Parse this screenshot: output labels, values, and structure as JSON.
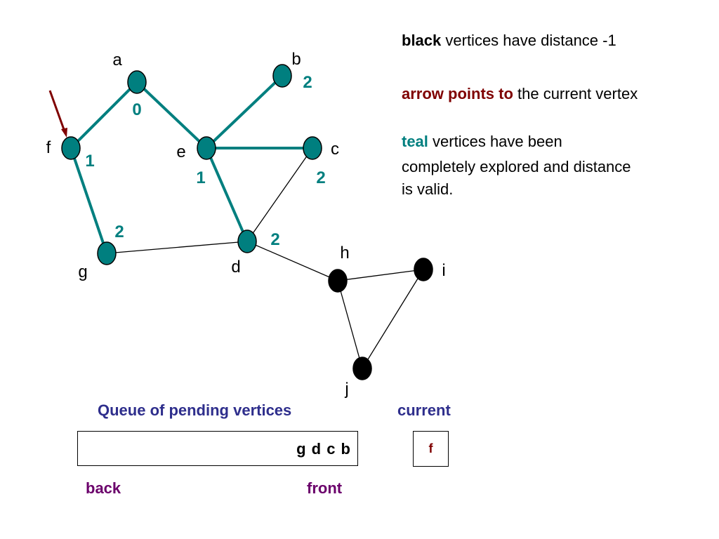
{
  "colors": {
    "teal": "#007f7f",
    "black": "#000000",
    "arrow": "#7f0000",
    "queue_title": "#2e2e8c",
    "end_labels": "#6b006b"
  },
  "legend": {
    "line1_key": "black",
    "line1_rest": " vertices have distance -1",
    "line2_key": "arrow points to",
    "line2_rest": " the current vertex",
    "line3_key": "teal",
    "line3_rest": " vertices have been",
    "line4": "completely explored and distance",
    "line5": "is valid."
  },
  "graph": {
    "current_vertex": "f",
    "vertices": [
      {
        "id": "a",
        "label": "a",
        "state": "teal",
        "distance": "0"
      },
      {
        "id": "b",
        "label": "b",
        "state": "teal",
        "distance": "2"
      },
      {
        "id": "c",
        "label": "c",
        "state": "teal",
        "distance": "2"
      },
      {
        "id": "d",
        "label": "d",
        "state": "teal",
        "distance": "2"
      },
      {
        "id": "e",
        "label": "e",
        "state": "teal",
        "distance": "1"
      },
      {
        "id": "f",
        "label": "f",
        "state": "teal",
        "distance": "1"
      },
      {
        "id": "g",
        "label": "g",
        "state": "teal",
        "distance": "2"
      },
      {
        "id": "h",
        "label": "h",
        "state": "black",
        "distance": ""
      },
      {
        "id": "i",
        "label": "i",
        "state": "black",
        "distance": ""
      },
      {
        "id": "j",
        "label": "j",
        "state": "black",
        "distance": ""
      }
    ],
    "edges": [
      {
        "from": "a",
        "to": "f",
        "tree": true
      },
      {
        "from": "a",
        "to": "e",
        "tree": true
      },
      {
        "from": "e",
        "to": "b",
        "tree": true
      },
      {
        "from": "e",
        "to": "c",
        "tree": true
      },
      {
        "from": "e",
        "to": "d",
        "tree": true
      },
      {
        "from": "f",
        "to": "g",
        "tree": true
      },
      {
        "from": "c",
        "to": "d",
        "tree": false
      },
      {
        "from": "g",
        "to": "d",
        "tree": false
      },
      {
        "from": "d",
        "to": "h",
        "tree": false
      },
      {
        "from": "h",
        "to": "i",
        "tree": false
      },
      {
        "from": "h",
        "to": "j",
        "tree": false
      },
      {
        "from": "i",
        "to": "j",
        "tree": false
      }
    ]
  },
  "queue": {
    "title": "Queue of pending vertices",
    "contents": "g d c b",
    "back_label": "back",
    "front_label": "front"
  },
  "current": {
    "title": "current",
    "value": "f"
  }
}
